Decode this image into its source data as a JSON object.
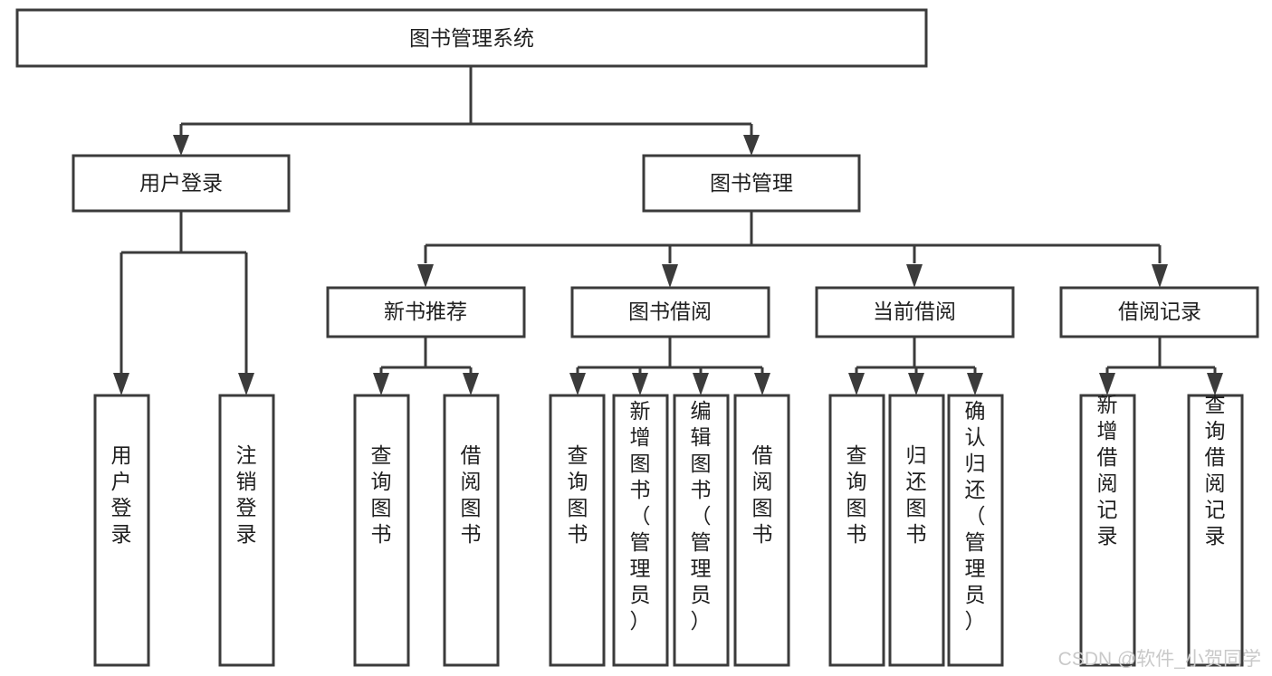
{
  "diagram": {
    "type": "tree-hierarchy-chart",
    "title": "图书管理系统",
    "background_color": "#ffffff",
    "box_stroke_color": "#3b3b3b",
    "box_fill_color": "#ffffff",
    "text_color": "#1f1f1f",
    "levels": [
      {
        "level": 1,
        "nodes": [
          {
            "id": "root",
            "label": "图书管理系统",
            "orientation": "horizontal"
          }
        ]
      },
      {
        "level": 2,
        "nodes": [
          {
            "id": "user-login",
            "label": "用户登录",
            "orientation": "horizontal",
            "parent": "root"
          },
          {
            "id": "book-manage",
            "label": "图书管理",
            "orientation": "horizontal",
            "parent": "root"
          }
        ]
      },
      {
        "level": 3,
        "nodes": [
          {
            "id": "new-book-recommend",
            "label": "新书推荐",
            "orientation": "horizontal",
            "parent": "book-manage"
          },
          {
            "id": "book-borrow",
            "label": "图书借阅",
            "orientation": "horizontal",
            "parent": "book-manage"
          },
          {
            "id": "current-borrow",
            "label": "当前借阅",
            "orientation": "horizontal",
            "parent": "book-manage"
          },
          {
            "id": "borrow-record",
            "label": "借阅记录",
            "orientation": "horizontal",
            "parent": "book-manage"
          }
        ]
      },
      {
        "level": 4,
        "nodes": [
          {
            "id": "leaf-user-login",
            "label": "用户登录",
            "orientation": "vertical",
            "parent": "user-login"
          },
          {
            "id": "leaf-logout-login",
            "label": "注销登录",
            "orientation": "vertical",
            "parent": "user-login"
          },
          {
            "id": "leaf-query-book-1",
            "label": "查询图书",
            "orientation": "vertical",
            "parent": "new-book-recommend"
          },
          {
            "id": "leaf-borrow-book-1",
            "label": "借阅图书",
            "orientation": "vertical",
            "parent": "new-book-recommend"
          },
          {
            "id": "leaf-query-book-2",
            "label": "查询图书",
            "orientation": "vertical",
            "parent": "book-borrow"
          },
          {
            "id": "leaf-add-book",
            "label": "新增图书（管理员）",
            "orientation": "vertical",
            "parent": "book-borrow"
          },
          {
            "id": "leaf-edit-book",
            "label": "编辑图书（管理员）",
            "orientation": "vertical",
            "parent": "book-borrow"
          },
          {
            "id": "leaf-borrow-book-2",
            "label": "借阅图书",
            "orientation": "vertical",
            "parent": "book-borrow"
          },
          {
            "id": "leaf-query-book-3",
            "label": "查询图书",
            "orientation": "vertical",
            "parent": "current-borrow"
          },
          {
            "id": "leaf-return-book",
            "label": "归还图书",
            "orientation": "vertical",
            "parent": "current-borrow"
          },
          {
            "id": "leaf-confirm-return",
            "label": "确认归还（管理员）",
            "orientation": "vertical",
            "parent": "current-borrow"
          },
          {
            "id": "leaf-add-record",
            "label": "新增借阅记录",
            "orientation": "vertical",
            "parent": "borrow-record"
          },
          {
            "id": "leaf-query-record",
            "label": "查询借阅记录",
            "orientation": "vertical",
            "parent": "borrow-record"
          }
        ]
      }
    ]
  },
  "watermark": {
    "text": "CSDN @软件_小贺同学",
    "color": "#c9c9c9"
  }
}
